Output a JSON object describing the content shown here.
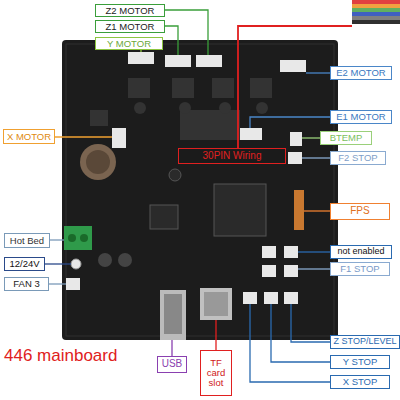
{
  "diagram": {
    "nodes": [
      {
        "text": [
          "Z2 MOTOR"
        ]
      },
      {
        "text": [
          "Z1 MOTOR"
        ]
      },
      {
        "text": [
          "Y MOTOR"
        ]
      },
      {
        "text": [
          "E2 MOTOR"
        ]
      },
      {
        "text": [
          "E1 MOTOR"
        ]
      },
      {
        "text": [
          "X MOTOR"
        ]
      },
      {
        "text": [
          "BTEMP"
        ]
      },
      {
        "text": [
          "30PIN Wiring"
        ]
      },
      {
        "text": [
          "F2 STOP"
        ]
      },
      {
        "text": [
          "FPS"
        ]
      },
      {
        "text": [
          "Hot Bed"
        ]
      },
      {
        "text": [
          "not enabled"
        ]
      },
      {
        "text": [
          "F1 STOP"
        ]
      },
      {
        "text": [
          "12/24V"
        ]
      },
      {
        "text": [
          "FAN 3"
        ]
      },
      {
        "text": [
          "Z STOP/LEVEL"
        ]
      },
      {
        "text": [
          "Y STOP"
        ]
      },
      {
        "text": [
          "X STOP"
        ]
      },
      {
        "text": [
          "USB"
        ]
      },
      {
        "text": [
          "TF card slot"
        ]
      }
    ],
    "labels": [
      "446 mainboard"
    ]
  }
}
